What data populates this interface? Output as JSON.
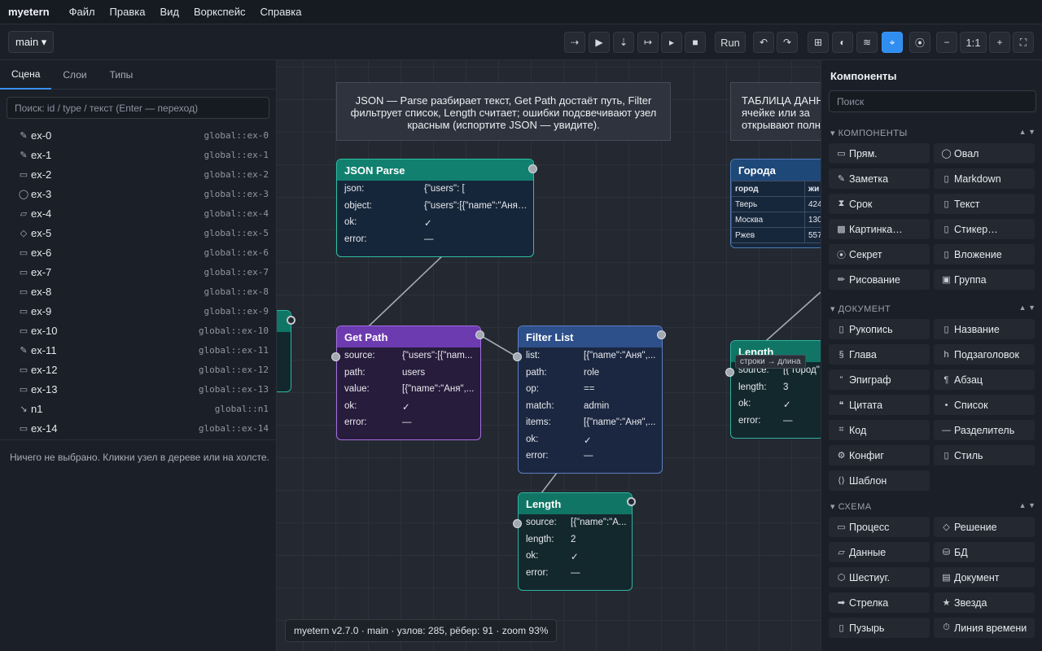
{
  "app": {
    "brand": "myetern",
    "menu": [
      "Файл",
      "Правка",
      "Вид",
      "Воркспейс",
      "Справка"
    ]
  },
  "toolbar": {
    "branch": "main ▾",
    "run_label": "Run",
    "zoom_reset": "1:1",
    "buttons": [
      "⇢",
      "▶",
      "⇣",
      "↦",
      "▸",
      "■",
      "↶",
      "↷",
      "⊞",
      "◐",
      "≋",
      "⌖",
      "⦿",
      "−",
      "+",
      "⛶"
    ]
  },
  "left": {
    "tabs": [
      "Сцена",
      "Слои",
      "Типы"
    ],
    "search_placeholder": "Поиск: id / type / текст (Enter — переход)",
    "tree": [
      {
        "icon": "✎",
        "label": "ex-0",
        "id": "global::ex-0"
      },
      {
        "icon": "✎",
        "label": "ex-1",
        "id": "global::ex-1"
      },
      {
        "icon": "▭",
        "label": "ex-2",
        "id": "global::ex-2"
      },
      {
        "icon": "◯",
        "label": "ex-3",
        "id": "global::ex-3"
      },
      {
        "icon": "▱",
        "label": "ex-4",
        "id": "global::ex-4"
      },
      {
        "icon": "◇",
        "label": "ex-5",
        "id": "global::ex-5"
      },
      {
        "icon": "▭",
        "label": "ex-6",
        "id": "global::ex-6"
      },
      {
        "icon": "▭",
        "label": "ex-7",
        "id": "global::ex-7"
      },
      {
        "icon": "▭",
        "label": "ex-8",
        "id": "global::ex-8"
      },
      {
        "icon": "▭",
        "label": "ex-9",
        "id": "global::ex-9"
      },
      {
        "icon": "▭",
        "label": "ex-10",
        "id": "global::ex-10"
      },
      {
        "icon": "✎",
        "label": "ex-11",
        "id": "global::ex-11"
      },
      {
        "icon": "▭",
        "label": "ex-12",
        "id": "global::ex-12"
      },
      {
        "icon": "▭",
        "label": "ex-13",
        "id": "global::ex-13"
      },
      {
        "icon": "↘",
        "label": "n1",
        "id": "global::n1"
      },
      {
        "icon": "▭",
        "label": "ex-14",
        "id": "global::ex-14"
      }
    ],
    "no_selection": "Ничего не выбрано. Кликни узел в дереве или на холсте."
  },
  "canvas": {
    "note1": "JSON — Parse разбирает текст, Get Path достаёт путь, Filter фильтрует список, Length считает; ошибки подсвечивают узел красным (испортите JSON — увидите).",
    "note2": "ТАБЛИЦА ДАНН ячейке или за открывают полн",
    "json_parse": {
      "title": "JSON Parse",
      "rows": [
        [
          "json:",
          "{\"users\": ["
        ],
        [
          "object:",
          "{\"users\":[{\"name\":\"Аня\",..."
        ],
        [
          "ok:",
          "✓"
        ],
        [
          "error:",
          "—"
        ]
      ]
    },
    "get_path": {
      "title": "Get Path",
      "rows": [
        [
          "source:",
          "{\"users\":[{\"nam..."
        ],
        [
          "path:",
          "users"
        ],
        [
          "value:",
          "[{\"name\":\"Аня\",..."
        ],
        [
          "ok:",
          "✓"
        ],
        [
          "error:",
          "—"
        ]
      ]
    },
    "filter_list": {
      "title": "Filter List",
      "rows": [
        [
          "list:",
          "[{\"name\":\"Аня\",..."
        ],
        [
          "path:",
          "role"
        ],
        [
          "op:",
          "=="
        ],
        [
          "match:",
          "admin"
        ],
        [
          "items:",
          "[{\"name\":\"Аня\",..."
        ],
        [
          "ok:",
          "✓"
        ],
        [
          "error:",
          "—"
        ]
      ]
    },
    "length1": {
      "title": "Length",
      "rows": [
        [
          "source:",
          "[{\"name\":\"A..."
        ],
        [
          "length:",
          "2"
        ],
        [
          "ok:",
          "✓"
        ],
        [
          "error:",
          "—"
        ]
      ]
    },
    "length2": {
      "title": "Length",
      "rows": [
        [
          "source:",
          "[{\"город\""
        ],
        [
          "length:",
          "3"
        ],
        [
          "ok:",
          "✓"
        ],
        [
          "error:",
          "—"
        ]
      ]
    },
    "cities": {
      "title": "Города",
      "header": [
        "город",
        "жи"
      ],
      "rows": [
        [
          "Тверь",
          "424"
        ],
        [
          "Москва",
          "130"
        ],
        [
          "Ржев",
          "557"
        ]
      ]
    },
    "tooltip": "строки → длина",
    "status": "myetern v2.7.0 · main · узлов: 285, рёбер: 91 · zoom 93%"
  },
  "right": {
    "title": "Компоненты",
    "search_placeholder": "Поиск",
    "sections": [
      {
        "name": "▾ КОМПОНЕНТЫ",
        "items": [
          {
            "icon": "▭",
            "label": "Прям."
          },
          {
            "icon": "◯",
            "label": "Овал"
          },
          {
            "icon": "✎",
            "label": "Заметка"
          },
          {
            "icon": "▯",
            "label": "Markdown"
          },
          {
            "icon": "⧗",
            "label": "Срок"
          },
          {
            "icon": "▯",
            "label": "Текст"
          },
          {
            "icon": "▩",
            "label": "Картинка…"
          },
          {
            "icon": "▯",
            "label": "Стикер…"
          },
          {
            "icon": "⦿",
            "label": "Секрет"
          },
          {
            "icon": "▯",
            "label": "Вложение"
          },
          {
            "icon": "✏",
            "label": "Рисование"
          },
          {
            "icon": "▣",
            "label": "Группа"
          }
        ]
      },
      {
        "name": "▾ ДОКУМЕНТ",
        "items": [
          {
            "icon": "▯",
            "label": "Рукопись"
          },
          {
            "icon": "▯",
            "label": "Название"
          },
          {
            "icon": "§",
            "label": "Глава"
          },
          {
            "icon": "h",
            "label": "Подзаголовок"
          },
          {
            "icon": "”",
            "label": "Эпиграф"
          },
          {
            "icon": "¶",
            "label": "Абзац"
          },
          {
            "icon": "❝",
            "label": "Цитата"
          },
          {
            "icon": "•",
            "label": "Список"
          },
          {
            "icon": "⌗",
            "label": "Код"
          },
          {
            "icon": "—",
            "label": "Разделитель"
          },
          {
            "icon": "⚙",
            "label": "Конфиг"
          },
          {
            "icon": "▯",
            "label": "Стиль"
          },
          {
            "icon": "⟨⟩",
            "label": "Шаблон"
          }
        ]
      },
      {
        "name": "▾ СХЕМА",
        "items": [
          {
            "icon": "▭",
            "label": "Процесс"
          },
          {
            "icon": "◇",
            "label": "Решение"
          },
          {
            "icon": "▱",
            "label": "Данные"
          },
          {
            "icon": "⛁",
            "label": "БД"
          },
          {
            "icon": "⬡",
            "label": "Шестиуг."
          },
          {
            "icon": "▤",
            "label": "Документ"
          },
          {
            "icon": "➡",
            "label": "Стрелка"
          },
          {
            "icon": "★",
            "label": "Звезда"
          },
          {
            "icon": "▯",
            "label": "Пузырь"
          },
          {
            "icon": "⏱",
            "label": "Линия времени"
          }
        ]
      }
    ]
  }
}
